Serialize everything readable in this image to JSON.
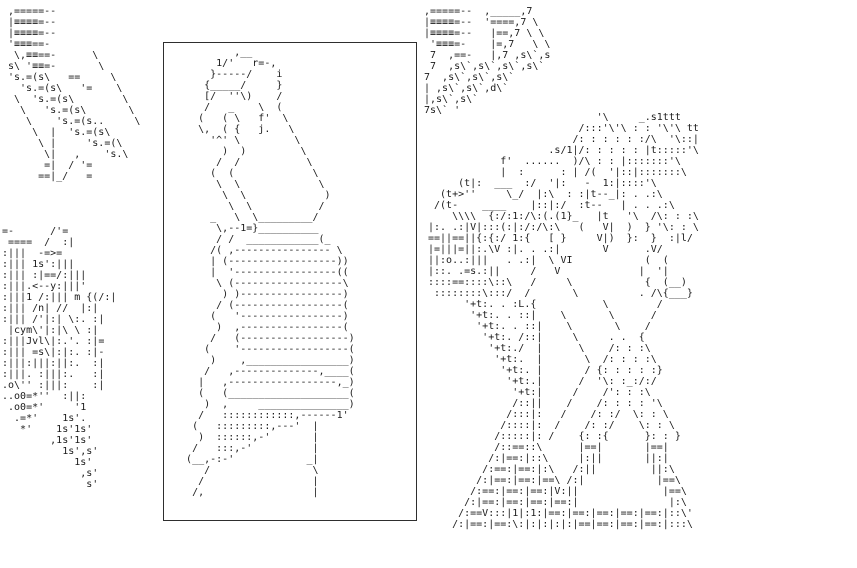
{
  "palette": {
    "background": "#ffffff",
    "ink": "#1b1b1b",
    "frame_border": "#2e2e2e"
  },
  "regions": {
    "top_left_shading": ",=====--\n|≡≡≡≡=--\n|≡≡≡≡=--\n'≡≡≡==-\n \\,≡≡==-      \\\ns\\ '≡≡=-       \\\n's.=(s\\   ==     \\\n  's.=(s\\   '=    \\\n \\  's.=(s\\        \\\n  \\   's.=(s\\       \\\n   \\    's.=(s..     \\\n    \\  |  's.=(s\\\n     \\ |     's.=(\\\n      \\|   ,    's.\\\n      =|  / '=\n     ==|_/   =",
    "left_fence": "=-      /'=\n ====  /  :|\n:|||  -=>=\n:||| 1s':|||\n:||| :|==/:|||\n:|||.<--y:|||'\n:|||1 /:||| m {(/:|\n:||| /n| //  |:|\n:||| /'|:| \\:. :|\n |cym\\'|:|\\ \\ :|\n:|||Jvl\\|:.'. :|=\n:||| =s\\|:|:. :|-\n:|||:|||:||:.  :|\n:|||. :|||:.   :|\n.o\\'' :|||:    :|\n..o0=*''  :||:\n .o0=*'     '1\n  .=*'    1s'.\n   *'    1s'1s'\n        ,1s'1s'\n          1s',s'\n            1s'\n             ,s'\n              s'",
    "frame_figure": "           ,__\n        1/'   r=-,\n       }-----/    i\n      {_____/     }\n      [/  ''\\)    /\n      /   _    \\  (\n     (   ( \\   f'  \\\n     \\,  ( {   j.   \\\n       '^' \\         \\\n         )  )         \\\n        /  /           \\\n       (  (             \\\n        \\  \\             \\\n         \\  \\             )\n          \\  \\           /\n       _   \\  \\_________/\n        \\,--1=}__________\n        / /  ____________(_\n       /( ,---------------- \\\n       | (------------------))\n       |  '-----------------((\n        \\ (------------------\\\n         ) )-----------------)\n        / (------------------(\n       (   '-----------------)\n        )  ,-----------------(\n       /   (------------------)\n      (    '------------------(\n       )    ,_________________)\n      /   ,--------------,____(\n     |   ,------------------,_)\n     (   (____________________(\n      )  ,     _______________)\n     /   ::::::::::::,------1'\n    (   :::::::::,---'  |\n     )  ::::::,-'       |\n    /   :::,-'          |\n   (__,-:-'            _|\n      /                 \\\n     /                  |\n    /,                  |",
    "top_right_shading": ",=====--  ,_____,7\n|≡≡≡≡=--  '====,7 \\\n|≡≡≡≡=--   |==,7 \\ \\\n '≡≡≡=-    |=,7   \\ \\\n 7  ,==-   |,7 ,s\\`,s\n 7  ,s\\`,s\\`,s\\`,s\\`\n7  ,s\\`,s\\`,s\\`\n| ,s\\`,s\\`,d\\`\n|,s\\`,s\\`\n7s\\` '",
    "right_characters": "                            '\\     _.s1ttt\n                         /:::'\\'\\ : : '\\'\\ tt\n                        /: : : : : :/\\  '\\::|\n                    .s/1|/: : : : : |t:::::'\\\n            f'  ......  )/\\ : : |:::::::'\\\n            |  :      : | /(  '|::|:::::::\\\n     (t|:  ___  :/  '|:   -  1:|::::'\\\n  (t+>''     \\_/  |:\\  : :|t--_|: . .:\\\n /(t-    ____    |::|:/  :t--   | . . .:\\\n    \\\\\\\\  {:/:1:/\\:(.(1}_   |t   '\\  /\\: : :\\\n|:. .:|V|:::(:|:/:/\\:\\   (   V|  )  } '\\: : \\\n==||==||{:{:/ 1:{   [ }     V|)  }:  }  :|l/\n|=|||=||:.\\V :|. . .:|       V      .V/\n||:o..:|||   . .:|  \\ VI            (  (\n|::. .=s.:||     /   V             |  '|\n::::==::::\\::\\   /     \\            {  (__)\n ::::::::\\:::/  /       \\          . /\\{___}\n      '+t:. . :L.{           \\        /\n       '+t:. . ::|    \\       \\      /\n        '+t:. . ::|    \\       \\    /\n         '+t:. /::|     \\     . .  {\n          '+t:./  |      \\    /: : :\\\n           '+t:.  |       \\  /: : : :\\\n            '+t:. |       / {: : : : :}\n             '+t:.|      /  '\\: :_:/:/\n              '+t:|     /    /': : :\\\n              /::||    /    /: : : : '\\\n             /:::|:   /    /: :/  \\: : \\\n            /::::|:  /    /: :/    \\: : \\\n           /:::::|: /    {: :{      }: : }\n           /::==::\\      |==|       |==|\n          /:|==:|::\\     |:||       ||:|\n         /:==:|==:|:\\   /:||         ||:\\\n        /:|==:|==:|==\\ /:|            |==\\\n       /:==:|==:|==:|V:||              |==\\\n      /:|==:|==:|==:|==:|               |:\\\n     /:==V:::|1|:1:|==:|==:|==:|==:|==:|::\\'\n    /:|==:|==:\\:|:|:|:|:|==|==:|==:|==:|:::\\"
  }
}
